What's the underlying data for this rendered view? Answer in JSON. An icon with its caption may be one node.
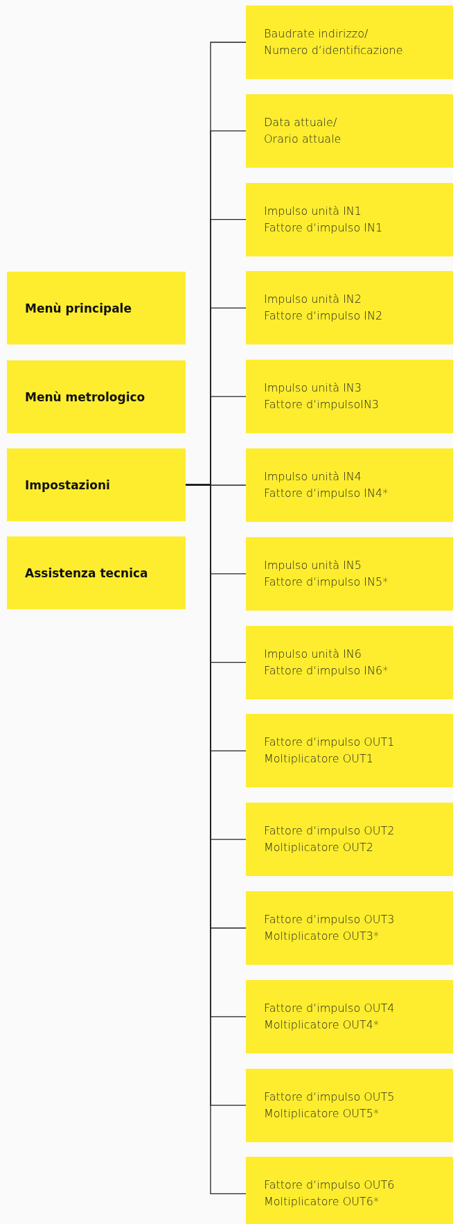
{
  "diagram": {
    "nodes": [
      {
        "text": [
          "Menù principale"
        ]
      },
      {
        "text": [
          "Menù metrologico"
        ]
      },
      {
        "text": [
          "Impostazioni"
        ]
      },
      {
        "text": [
          "Assistenza tecnica"
        ]
      },
      {
        "text": [
          "Baudrate indirizzo/",
          "Numero d‘identificazione"
        ]
      },
      {
        "text": [
          "Data attuale/",
          "Orario attuale"
        ]
      },
      {
        "text": [
          "Impulso unità IN1",
          "Fattore d‘impulso IN1"
        ]
      },
      {
        "text": [
          "Impulso unità IN2",
          "Fattore d‘impulso IN2"
        ]
      },
      {
        "text": [
          "Impulso unità IN3",
          "Fattore d‘impulsoIN3"
        ]
      },
      {
        "text": [
          "Impulso unità IN4",
          "Fattore d‘impulso IN4*"
        ]
      },
      {
        "text": [
          "Impulso unità IN5",
          "Fattore d‘impulso IN5*"
        ]
      },
      {
        "text": [
          "Impulso unità IN6",
          "Fattore d‘impulso IN6*"
        ]
      },
      {
        "text": [
          "Fattore d‘impulso OUT1",
          "Moltiplicatore OUT1"
        ]
      },
      {
        "text": [
          "Fattore d‘impulso OUT2",
          "Moltiplicatore OUT2"
        ]
      },
      {
        "text": [
          "Fattore d‘impulso OUT3",
          "Moltiplicatore OUT3*"
        ]
      },
      {
        "text": [
          "Fattore d‘impulso OUT4",
          "Moltiplicatore OUT4*"
        ]
      },
      {
        "text": [
          "Fattore d‘impulso OUT5",
          "Moltiplicatore OUT5*"
        ]
      },
      {
        "text": [
          "Fattore d‘impulso OUT6",
          "Moltiplicatore OUT6*"
        ]
      }
    ],
    "edges": [
      {
        "from": 2,
        "to": 4,
        "arrow": "none"
      },
      {
        "from": 2,
        "to": 5,
        "arrow": "none"
      },
      {
        "from": 2,
        "to": 6,
        "arrow": "none"
      },
      {
        "from": 2,
        "to": 7,
        "arrow": "none"
      },
      {
        "from": 2,
        "to": 8,
        "arrow": "none"
      },
      {
        "from": 2,
        "to": 9,
        "arrow": "none"
      },
      {
        "from": 2,
        "to": 10,
        "arrow": "none"
      },
      {
        "from": 2,
        "to": 11,
        "arrow": "none"
      },
      {
        "from": 2,
        "to": 12,
        "arrow": "none"
      },
      {
        "from": 2,
        "to": 13,
        "arrow": "none"
      },
      {
        "from": 2,
        "to": 14,
        "arrow": "none"
      },
      {
        "from": 2,
        "to": 15,
        "arrow": "none"
      },
      {
        "from": 2,
        "to": 16,
        "arrow": "none"
      },
      {
        "from": 2,
        "to": 17,
        "arrow": "none"
      }
    ]
  }
}
